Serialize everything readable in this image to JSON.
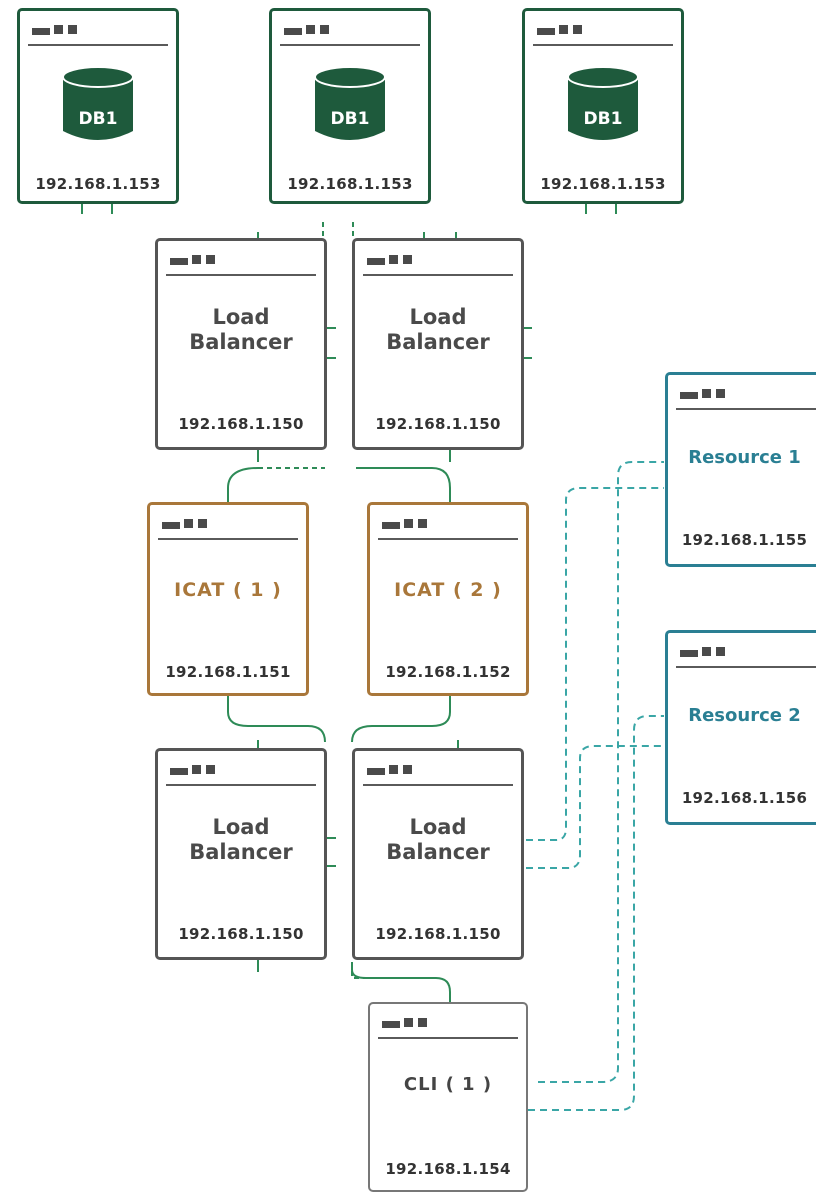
{
  "diagram": {
    "db_nodes": [
      {
        "label": "DB1",
        "ip": "192.168.1.153"
      },
      {
        "label": "DB1",
        "ip": "192.168.1.153"
      },
      {
        "label": "DB1",
        "ip": "192.168.1.153"
      }
    ],
    "load_balancers_top": [
      {
        "label_line1": "Load",
        "label_line2": "Balancer",
        "ip": "192.168.1.150"
      },
      {
        "label_line1": "Load",
        "label_line2": "Balancer",
        "ip": "192.168.1.150"
      }
    ],
    "icat_nodes": [
      {
        "label": "ICAT ( 1 )",
        "ip": "192.168.1.151"
      },
      {
        "label": "ICAT ( 2 )",
        "ip": "192.168.1.152"
      }
    ],
    "load_balancers_bottom": [
      {
        "label_line1": "Load",
        "label_line2": "Balancer",
        "ip": "192.168.1.150"
      },
      {
        "label_line1": "Load",
        "label_line2": "Balancer",
        "ip": "192.168.1.150"
      }
    ],
    "resources": [
      {
        "label": "Resource 1",
        "ip": "192.168.1.155"
      },
      {
        "label": "Resource 2",
        "ip": "192.168.1.156"
      }
    ],
    "cli": {
      "label": "CLI ( 1 )",
      "ip": "192.168.1.154"
    },
    "colors": {
      "db": "#1e5a3c",
      "load_balancer": "#555555",
      "icat": "#a9773a",
      "resource": "#2a7f93",
      "cli": "#777777",
      "green_connector": "#2e8b57",
      "teal_connector": "#3aa6a6"
    },
    "icons": {
      "database": "database-cylinder-icon",
      "window_controls": "window-controls-icon"
    }
  }
}
